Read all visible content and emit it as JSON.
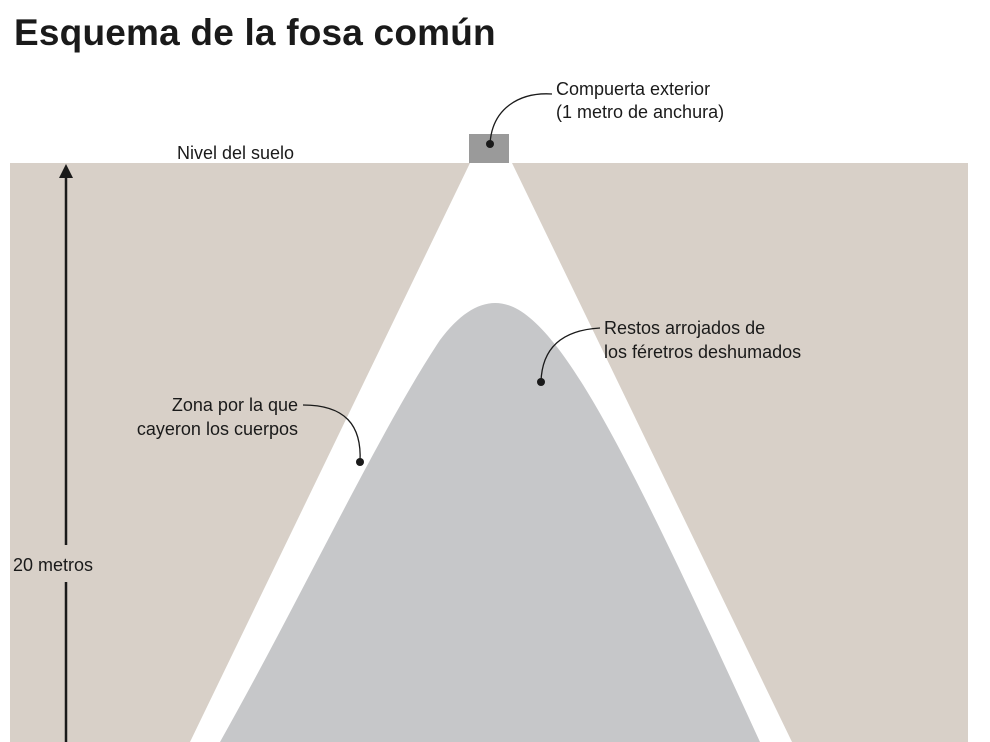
{
  "title": "Esquema de la fosa común",
  "labels": {
    "ground_level": "Nivel del suelo",
    "gate": [
      "Compuerta exterior",
      "(1 metro de anchura)"
    ],
    "remains": [
      "Restos arrojados de",
      "los féretros deshumados"
    ],
    "fall_zone": [
      "Zona por la que",
      "cayeron los cuerpos"
    ],
    "depth": "20 metros"
  },
  "colors": {
    "soil": "#d8d0c8",
    "shaft": "#ffffff",
    "remains": "#c6c7c9",
    "gate": "#9a9a9a",
    "text": "#1a1a1a"
  }
}
